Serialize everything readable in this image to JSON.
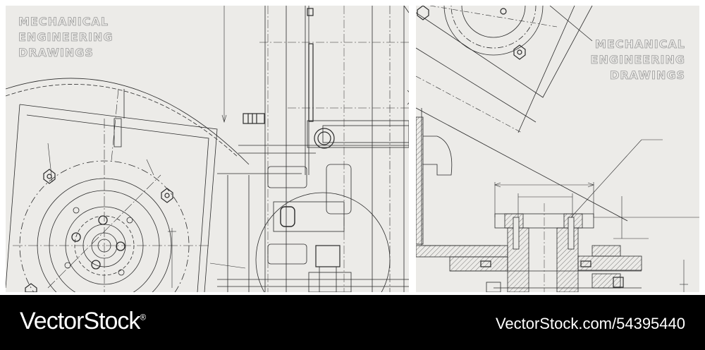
{
  "left_panel": {
    "title_lines": [
      "MECHANICAL",
      "ENGINEERING",
      "DRAWINGS"
    ]
  },
  "right_panel": {
    "title_lines": [
      "MECHANICAL",
      "ENGINEERING",
      "DRAWINGS"
    ]
  },
  "footer": {
    "brand": "VectorStock",
    "registered_mark": "®",
    "image_id": "VectorStock.com/54395440"
  },
  "colors": {
    "background": "#ecebe8",
    "line": "#2b2b2b",
    "title_outline": "#9a9a9a",
    "footer": "#000000"
  }
}
